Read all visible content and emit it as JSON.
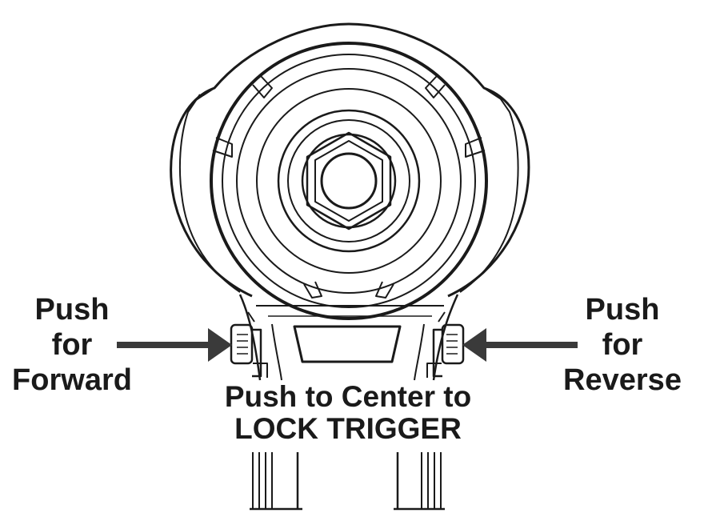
{
  "labels": {
    "forward": {
      "line1": "Push",
      "line2": "for",
      "line3": "Forward"
    },
    "reverse": {
      "line1": "Push",
      "line2": "for",
      "line3": "Reverse"
    },
    "center": {
      "line1": "Push to Center to",
      "line2": "LOCK TRIGGER"
    }
  },
  "colors": {
    "ink": "#1a1a1a",
    "arrow": "#3a3a3a",
    "background": "#ffffff"
  }
}
